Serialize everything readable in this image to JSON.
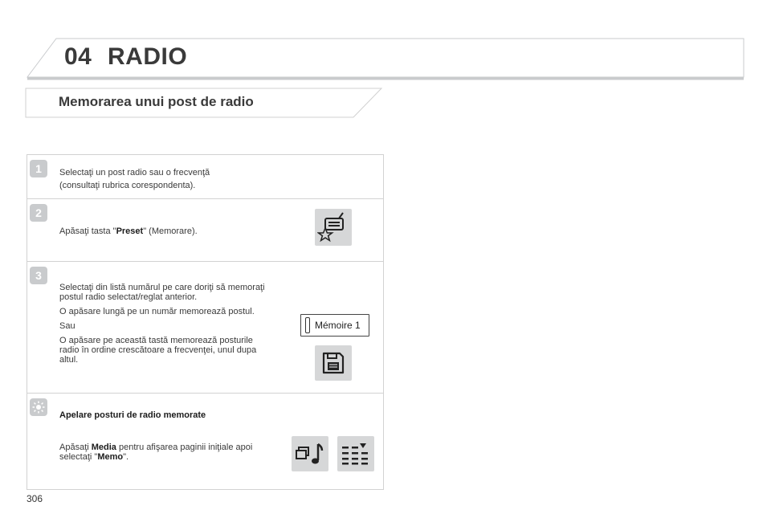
{
  "chapter": {
    "number": "04",
    "title": "RADIO"
  },
  "section": {
    "title": "Memorarea unui post de radio"
  },
  "steps": [
    {
      "badge": "1",
      "lines": [
        "Selectaţi un post radio sau o frecvenţă",
        "(consultaţi rubrica corespondenta)."
      ]
    },
    {
      "badge": "2",
      "text_before": "Apăsaţi tasta \"",
      "bold": "Preset",
      "text_after": "\" (Memorare).",
      "icon": "preset-radio-star-icon"
    },
    {
      "badge": "3",
      "paragraphs": [
        "Selectaţi din listă numărul pe care doriţi să memoraţi postul radio selectat/reglat anterior.",
        "O apăsare lungă pe un număr memorează postul.",
        "Sau",
        "O apăsare pe această tastă memorează posturile radio în ordine crescătoare a frecvenţei, unul dupa altul."
      ],
      "memo_button_label": "Mémoire 1",
      "icon": "save-floppy-list-icon"
    },
    {
      "badge_icon": "sun-tip-icon",
      "heading": "Apelare posturi de radio memorate",
      "text_1": "Apăsaţi ",
      "bold_1": "Media",
      "text_2": " pentru afişarea paginii iniţiale apoi selectaţi \"",
      "bold_2": "Memo",
      "text_3": "\".",
      "icons": [
        "media-music-icon",
        "memo-list-icon"
      ]
    }
  ],
  "page_number": "306"
}
